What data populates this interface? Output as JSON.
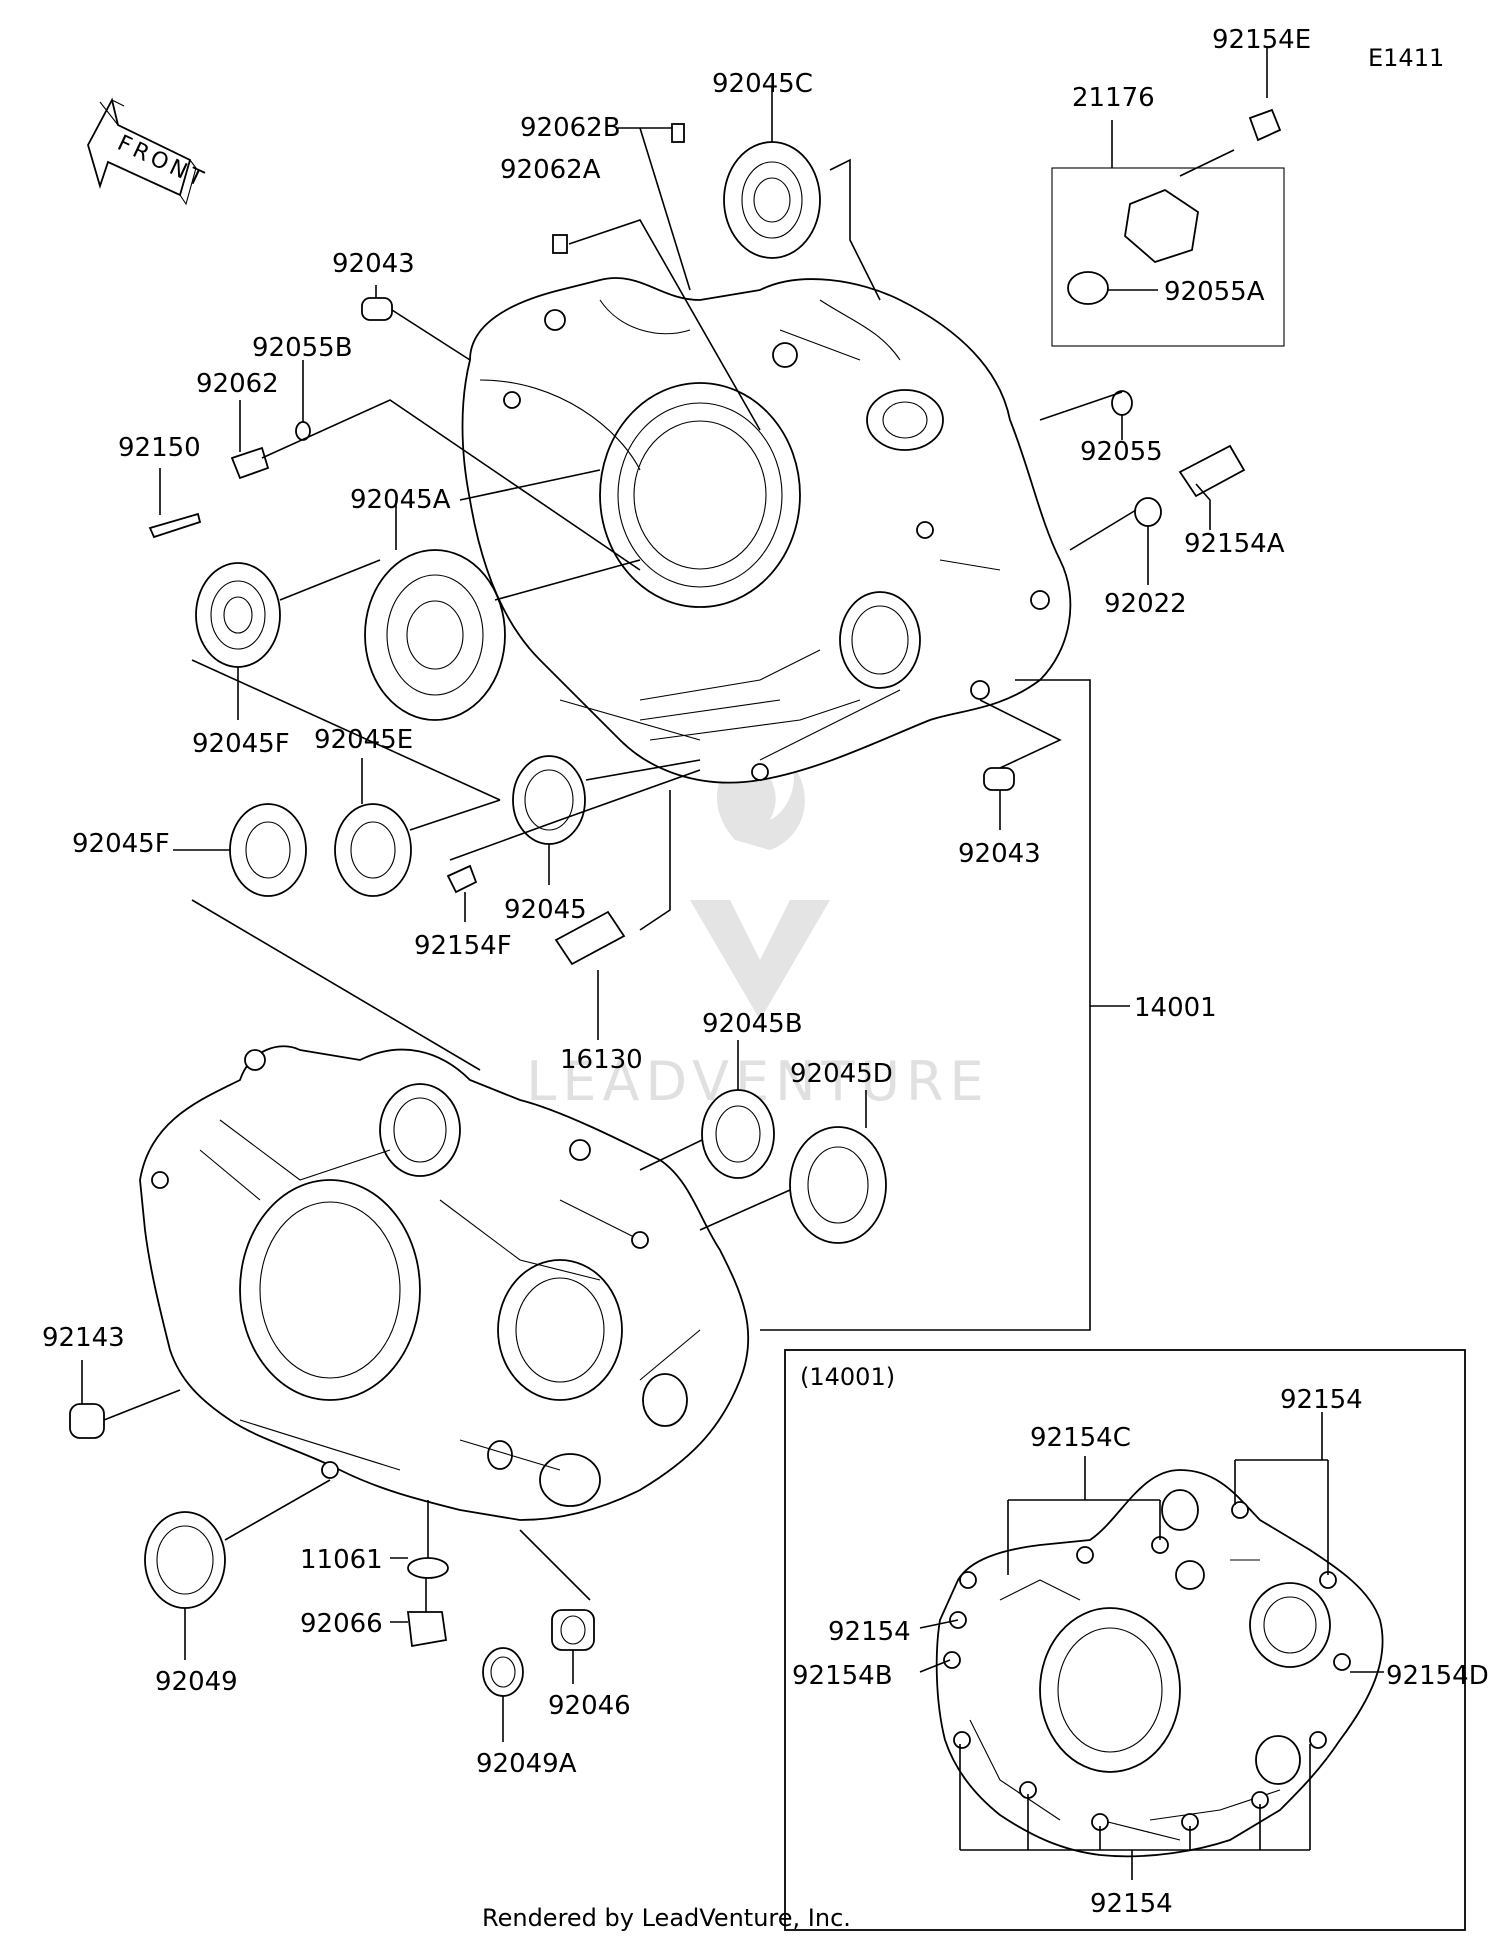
{
  "diagram_code": "E1411",
  "front_label": "FRONT",
  "labels": {
    "p92154E": "92154E",
    "p21176": "21176",
    "p92045C": "92045C",
    "p92062B": "92062B",
    "p92062A": "92062A",
    "p92043_top": "92043",
    "p92055B": "92055B",
    "p92062": "92062",
    "p92150": "92150",
    "p92045A": "92045A",
    "p92055A": "92055A",
    "p92055": "92055",
    "p92154A": "92154A",
    "p92022": "92022",
    "p92045F_top": "92045F",
    "p92045E": "92045E",
    "p92045F_mid": "92045F",
    "p92045": "92045",
    "p92154F": "92154F",
    "p92043_mid": "92043",
    "p16130": "16130",
    "p92045B": "92045B",
    "p92045D": "92045D",
    "p14001": "14001",
    "p92143": "92143",
    "p11061": "11061",
    "p92066": "92066",
    "p92049": "92049",
    "p92049A": "92049A",
    "p92046": "92046"
  },
  "inset": {
    "title": "(14001)",
    "labels": {
      "top_right": "92154",
      "top_c": "92154C",
      "left": "92154",
      "left_b": "92154B",
      "right_d": "92154D",
      "bottom": "92154"
    }
  },
  "watermark": "LEADVENTURE",
  "footer": "Rendered by LeadVenture, Inc."
}
